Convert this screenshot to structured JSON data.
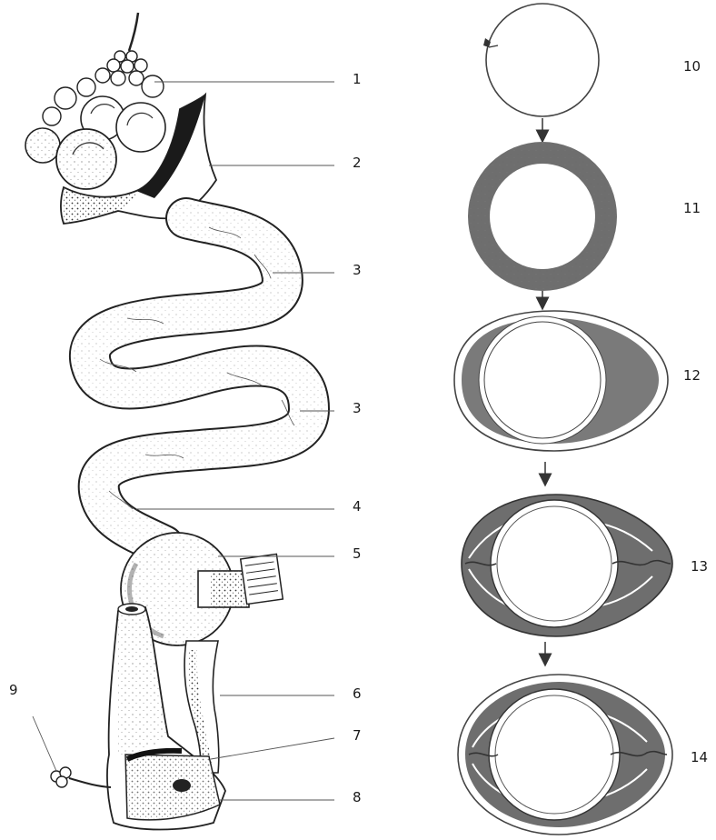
{
  "labels": {
    "l1": "1",
    "l2": "2",
    "l3a": "3",
    "l3b": "3",
    "l4": "4",
    "l5": "5",
    "l6": "6",
    "l7": "7",
    "l8": "8",
    "l9": "9",
    "l10": "10",
    "l11": "11",
    "l12": "12",
    "l13": "13",
    "l14": "14"
  },
  "colors": {
    "ink": "#1a1a1a",
    "shell": "#6e6e6e",
    "albumen": "#8a8a8a",
    "paper": "#ffffff"
  }
}
